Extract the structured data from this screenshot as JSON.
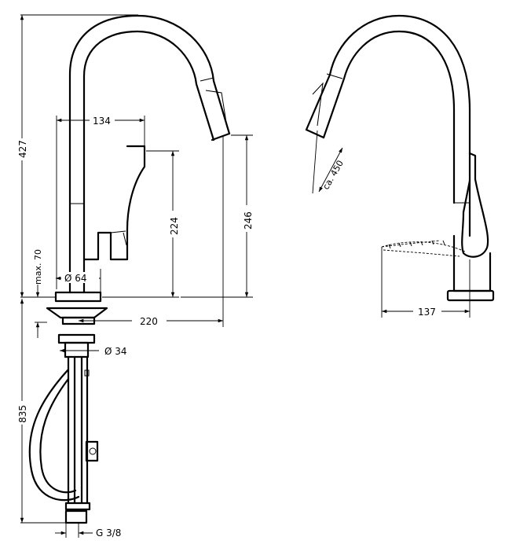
{
  "dimensions": {
    "d427": "427",
    "d835": "835",
    "d134": "134",
    "d224": "224",
    "d246": "246",
    "d64": "Ø 64",
    "dmax70": "max. 70",
    "d220": "220",
    "d34": "Ø 34",
    "dg38": "G 3/8",
    "d450": "ca. 450",
    "d137": "137"
  }
}
